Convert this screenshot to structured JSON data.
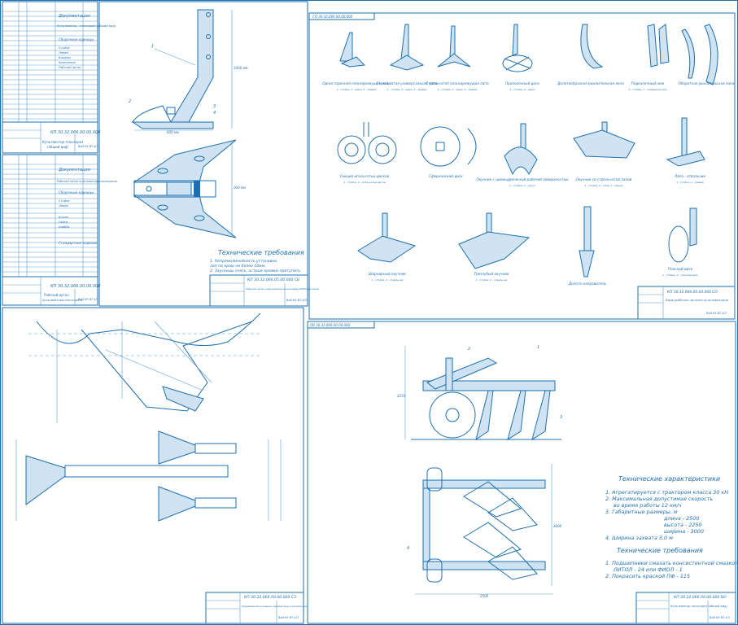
{
  "spec_sheet": {
    "upper_heading": "Документация",
    "upper_rows": [
      "Куль­ти­ва­тор - плос­ко­рез (общий вид)",
      "Сборочные единицы",
      "Стойка",
      "Лемех",
      "Башмак",
      "Крепление",
      "Рабочий орган"
    ],
    "upper_stamp": [
      "КП 30.32.066.00.00.000",
      "Культиватор-плоскорез",
      "(общий вид)",
      "ВоИ КУ ИТ-4/3"
    ],
    "lower_heading": "Документация",
    "lower_rows": [
      "Рабочий орган культиватора-плоскореза",
      "Сборочные единицы",
      "Стойка",
      "Лемех",
      "Болты",
      "Гайки",
      "Шайбы",
      "Стандартные изделия"
    ],
    "lower_stamp": [
      "КП 30.32.066.00.00.000",
      "Рабочий орган",
      "культиватора-плоскореза",
      "ВоИ КУ ИТ-4/3"
    ]
  },
  "working_body_sheet": {
    "tech_title": "Технические требования",
    "tech_lines": [
      "1. Непрямолинейность установки",
      "лап по краю не более 10мм.",
      "2. Заусенцы снять, острые кромки притупить."
    ],
    "stamp": [
      "КП 30.32.066.05.00.000 СБ",
      "Рабочий орган культиватора-плоскореза (Рабочий лапа)",
      "ВоИ КУ ИТ-4/3"
    ],
    "dims": [
      "600 мм",
      "1000 мм",
      "300 мм"
    ]
  },
  "types_sheet": {
    "corner_code": "СО 30.32.066.00.00.000",
    "items": [
      {
        "name": "Односторонняя плоскорежущая лапа",
        "caption": "1 - стойка, 2 - щека, 3 - лезвие"
      },
      {
        "name": "Стрельчатая универсальная лапа",
        "caption": "1 - стойка, 2 - щека, 3 - лезвие"
      },
      {
        "name": "Стрельчатая плоскорежущая лапа",
        "caption": "1 - стойка, 2 - щека, 3 - лезвие"
      },
      {
        "name": "Прополочный диск",
        "caption": "1 - стойка, 2 - щека"
      },
      {
        "name": "Долотообразная рыхлительная лапа",
        "caption": ""
      },
      {
        "name": "Подкапочный нож",
        "caption": "1 - стойка, 2 - подрезной нож"
      },
      {
        "name": "Оборотная рыхлительная лапа",
        "caption": ""
      },
      {
        "name": "Секция игольчатых дисков",
        "caption": "1 - стойка, 2 - игольчатые диски"
      },
      {
        "name": "Сферический диск",
        "caption": ""
      },
      {
        "name": "Окучник с цилиндрической рабочей поверхностью",
        "caption": "1 - стойка, 2 - носок"
      },
      {
        "name": "Окучник со стрельчатой лапой",
        "caption": "1 - стойка, 2 - лапа, 3 - крыло"
      },
      {
        "name": "Лапа - отвальчик",
        "caption": "1 - стойка, 2 - лезвие"
      },
      {
        "name": "Шарнирный окучник",
        "caption": "1 - стойка, 2 - отвальчик"
      },
      {
        "name": "Трехзубый окучник",
        "caption": "1 - стойка, 2 - отвальчик"
      },
      {
        "name": "Долото-направитель",
        "caption": ""
      },
      {
        "name": "Плоский диск",
        "caption": "1 - стойка, 2 - плоский диск"
      }
    ],
    "stamp": [
      "КП 30.32.066.00.00.000 СО",
      "Виды рабочих органов культиваторов",
      "ВоИ КУ ИТ-4/3"
    ]
  },
  "geometry_sheet": {
    "stamp": [
      "КП 30.32.066.00.00.000 СЗ",
      "Определение основных параметров культиватора",
      "ВоИ КУ ИТ-4/3"
    ]
  },
  "general_sheet": {
    "corner_code": "ОВ 30.32.066.00.00.000",
    "char_title": "Технические характеристики",
    "char_lines": [
      "1. Агрегатируется с трактором класса 30 кН",
      "2. Максимальная допустимая скорость",
      "во время работы 12 км/ч",
      "3. Габаритные размеры, м",
      "длина - 2500",
      "высота - 2250",
      "ширина - 3000",
      "4. Ширина захвата 3,0 м"
    ],
    "req_title": "Технические требования",
    "req_lines": [
      "1. Подшипники смазать консистентной смазкой",
      "ЛИТОЛ - 24 или ФИОЛ - 1",
      "2. Покрасить краской ПФ - 115"
    ],
    "dims": [
      "2250",
      "2500",
      "3000"
    ],
    "stamp": [
      "КП 30.32.066.00.00.000 ВО",
      "Культиватор-плоскорез (общий вид)",
      "ВоИ КУ ИТ-4/3"
    ]
  }
}
